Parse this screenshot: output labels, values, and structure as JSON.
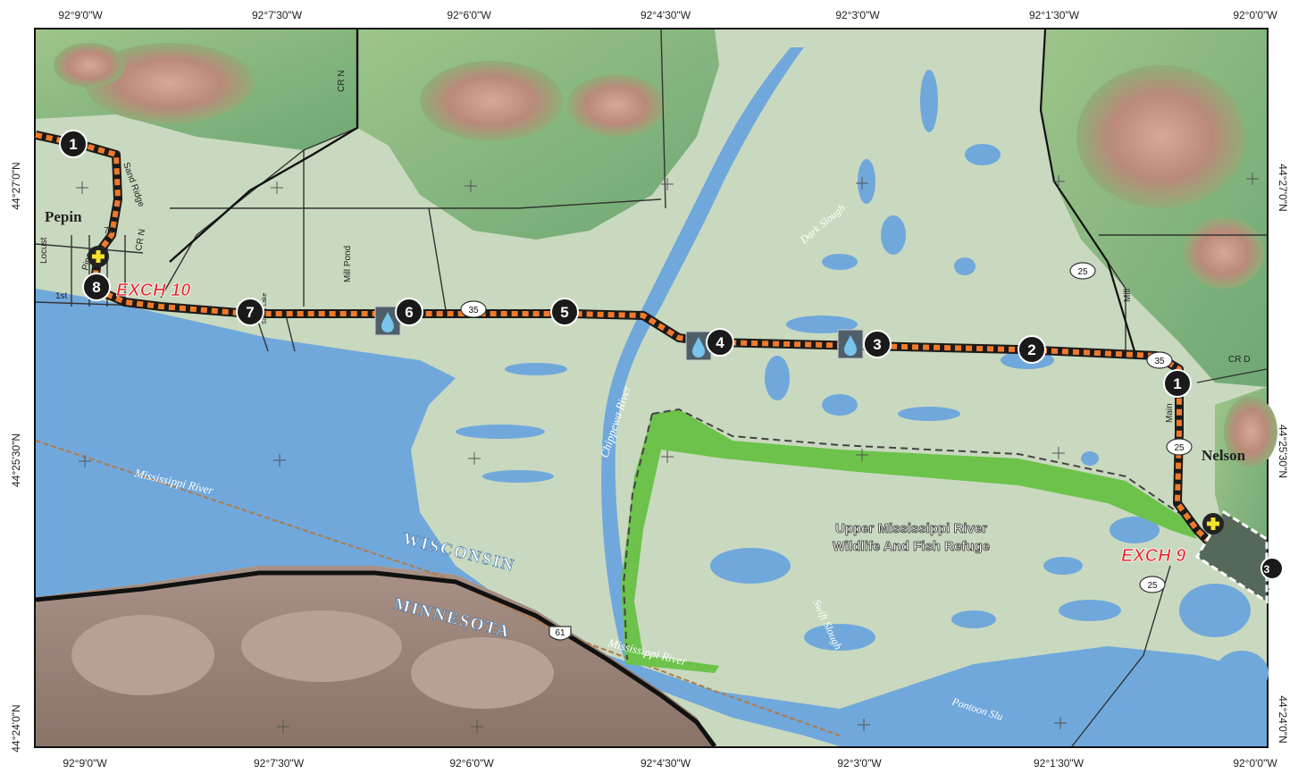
{
  "coordinates": {
    "top": [
      "92°9'0\"W",
      "92°7'30\"W",
      "92°6'0\"W",
      "92°4'30\"W",
      "92°3'0\"W",
      "92°1'30\"W",
      "92°0'0\"W"
    ],
    "bottom": [
      "92°9'0\"W",
      "92°7'30\"W",
      "92°6'0\"W",
      "92°4'30\"W",
      "92°3'0\"W",
      "92°1'30\"W",
      "92°0'0\"W"
    ],
    "left": [
      "44°27'0\"N",
      "44°25'30\"N",
      "44°24'0\"N"
    ],
    "right": [
      "44°27'0\"N",
      "44°25'30\"N",
      "44°24'0\"N"
    ]
  },
  "places": {
    "pepin": "Pepin",
    "nelson": "Nelson",
    "wisconsin": "WISCONSIN",
    "minnesota": "MINNESOTA",
    "refuge_line1": "Upper Mississippi River",
    "refuge_line2": "Wildlife And Fish Refuge"
  },
  "water_labels": {
    "mississippi_west": "Mississippi River",
    "mississippi_south": "Mississippi River",
    "chippewa": "Chippewa River",
    "dark_slough": "Dark Slough",
    "swift_slough": "Swift Slough",
    "pontoon": "Pontoon Slu"
  },
  "road_labels": {
    "crn_north": "CR N",
    "crn_pepin": "CR N",
    "mill_pond": "Mill Pond",
    "sand_ridge": "Sand Ridge",
    "seventh": "7th",
    "pine": "Pine",
    "locust": "Locust",
    "first": "1st",
    "south_lake": "South Lake",
    "mill": "Mill",
    "main": "Main",
    "crd": "CR D"
  },
  "route_shields": {
    "hwy35_a": "35",
    "hwy35_b": "35",
    "hwy25_a": "25",
    "hwy25_b": "25",
    "hwy25_c": "25",
    "us61": "61"
  },
  "exchanges": {
    "exch10": "EXCH 10",
    "exch9": "EXCH 9"
  },
  "stops": {
    "s1_pepin": "1",
    "s8": "8",
    "s7": "7",
    "s6": "6",
    "s5": "5",
    "s4": "4",
    "s3": "3",
    "s2": "2",
    "s1_nelson": "1",
    "s_edge": "3"
  },
  "colors": {
    "water": "#70a8dc",
    "floodplain": "#c9d9bf",
    "route_orange": "#f07a2a",
    "refuge_green": "#6cc24a",
    "exchange_red": "#e8202a",
    "cross_yellow": "#f5e22a"
  },
  "icons": [
    "water-drop-icon",
    "first-aid-cross-icon"
  ]
}
